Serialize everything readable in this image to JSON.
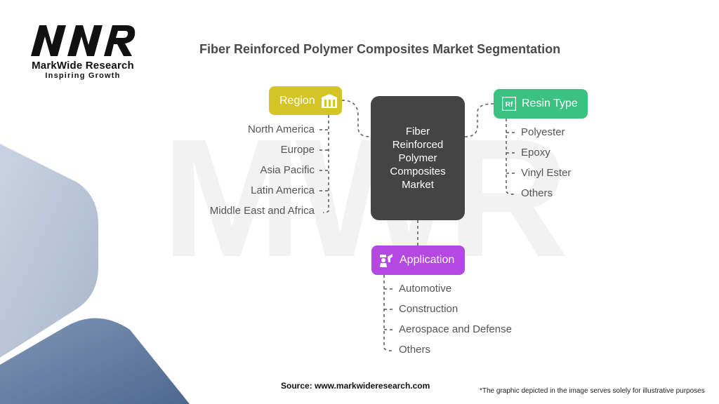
{
  "logo": {
    "name": "MarkWide Research",
    "tagline": "Inspiring Growth",
    "mark_text": "MWR"
  },
  "title": "Fiber Reinforced Polymer Composites Market Segmentation",
  "center": {
    "label": "Fiber\nReinforced\nPolymer\nComposites\nMarket"
  },
  "segments": {
    "region": {
      "label": "Region",
      "icon": "building-icon",
      "color": "#d4c526",
      "items": [
        "North America",
        "Europe",
        "Asia Pacific",
        "Latin America",
        "Middle East and Africa"
      ]
    },
    "resin_type": {
      "label": "Resin Type",
      "icon": "rf-element-icon",
      "color": "#3bc280",
      "items": [
        "Polyester",
        "Epoxy",
        "Vinyl Ester",
        "Others"
      ]
    },
    "application": {
      "label": "Application",
      "icon": "worker-icon",
      "color": "#b448e0",
      "items": [
        "Automotive",
        "Construction",
        "Aerospace and Defense",
        "Others"
      ]
    }
  },
  "footer": {
    "source": "Source: www.markwideresearch.com",
    "disclaimer": "*The graphic depicted in the image serves solely for illustrative purposes"
  }
}
